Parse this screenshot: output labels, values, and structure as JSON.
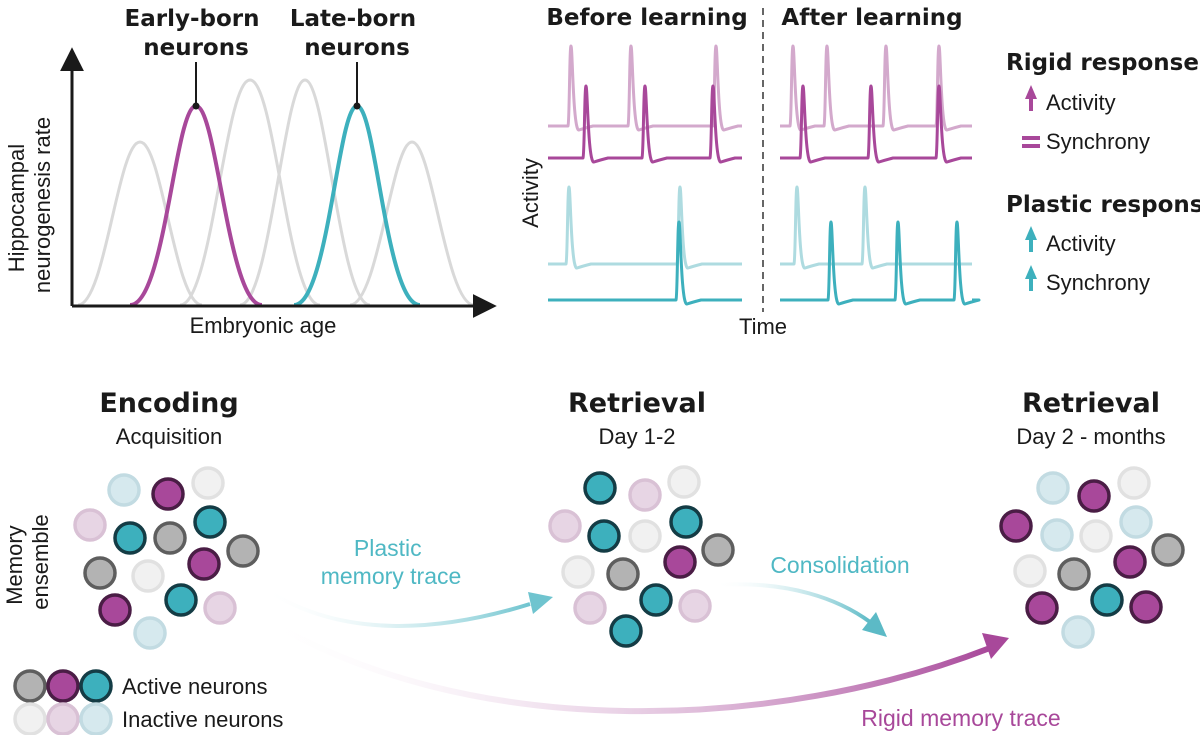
{
  "colors": {
    "purple": "#a8489a",
    "purple_light": "#d3a9cc",
    "purple_pale": "#e7d5e4",
    "teal": "#3db0bd",
    "teal_light": "#aedbe0",
    "teal_pale": "#d6e9ee",
    "gray_curve": "#d6d6d6",
    "dark": "#1a1a1a"
  },
  "neurogenesis": {
    "ylabel_line1": "Hippocampal",
    "ylabel_line2": "neurogenesis rate",
    "xlabel": "Embryonic age",
    "early_label_line1": "Early-born",
    "early_label_line2": "neurons",
    "late_label_line1": "Late-born",
    "late_label_line2": "neurons"
  },
  "activity": {
    "ylabel": "Activity",
    "xlabel": "Time",
    "before_title": "Before learning",
    "after_title": "After learning"
  },
  "legend": {
    "rigid_title": "Rigid response",
    "plastic_title": "Plastic response",
    "activity": "Activity",
    "synchrony": "Synchrony",
    "active_neurons": "Active neurons",
    "inactive_neurons": "Inactive neurons"
  },
  "stages": [
    {
      "title": "Encoding",
      "subtitle": "Acquisition"
    },
    {
      "title": "Retrieval",
      "subtitle": "Day 1-2"
    },
    {
      "title": "Retrieval",
      "subtitle": "Day 2 - months"
    }
  ],
  "memory_ylabel_line1": "Memory",
  "memory_ylabel_line2": "ensemble",
  "arrows": {
    "plastic_line1": "Plastic",
    "plastic_line2": "memory trace",
    "consolidation": "Consolidation",
    "rigid": "Rigid memory trace"
  }
}
